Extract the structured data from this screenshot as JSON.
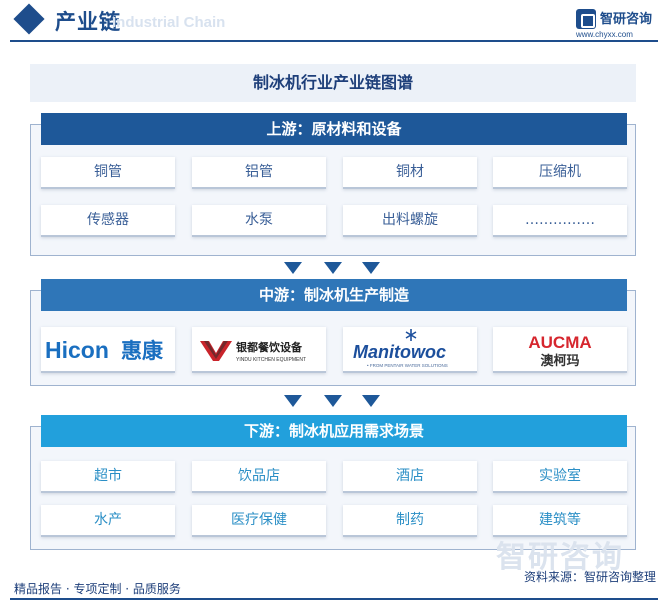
{
  "header": {
    "title": "产业链",
    "subtitle": "Industrial Chain",
    "brand_name": "智研咨询",
    "brand_url": "www.chyxx.com"
  },
  "diagram": {
    "title": "制冰机行业产业链图谱",
    "upstream": {
      "heading": "上游：原材料和设备",
      "items": [
        "铜管",
        "铝管",
        "铜材",
        "压缩机",
        "传感器",
        "水泵",
        "出料螺旋",
        "……………"
      ]
    },
    "midstream": {
      "heading": "中游：制冰机生产制造",
      "brands": [
        {
          "latin": "Hicon",
          "cn": "惠康"
        },
        {
          "cn": "银都餐饮设备",
          "latin": "YINDU KITCHEN EQUIPMENT"
        },
        {
          "latin": "Manitowoc",
          "tagline": "• FROM PENTAIR WATER SOLUTIONS"
        },
        {
          "latin": "AUCMA",
          "cn": "澳柯玛"
        }
      ]
    },
    "downstream": {
      "heading": "下游：制冰机应用需求场景",
      "items": [
        "超市",
        "饮品店",
        "酒店",
        "实验室",
        "水产",
        "医疗保健",
        "制药",
        "建筑等"
      ]
    }
  },
  "footer": {
    "left": "精品报告 · 专项定制 · 品质服务",
    "source": "资料来源：智研咨询整理",
    "watermark": "智研咨询"
  },
  "colors": {
    "primary": "#1e4d8c",
    "upstream_head": "#1e5899",
    "midstream_head": "#2f76b8",
    "downstream_head": "#22a0dc",
    "hicon_blue": "#1a6fc0",
    "aucma_red": "#d6262e"
  }
}
